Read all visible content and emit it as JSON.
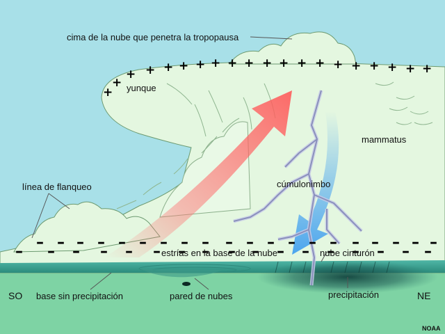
{
  "labels": {
    "overshooting_top": "cima de la nube que penetra la tropopausa",
    "anvil": "yunque",
    "mammatus": "mammatus",
    "flanking_line": "línea de flanqueo",
    "cumulonimbus": "cúmulonimbo",
    "striations": "estrías en la base de la nube",
    "shelf_cloud": "nube cinturón",
    "rain_free_base": "base sin precipitación",
    "wall_cloud": "pared de nubes",
    "precipitation": "precipitación",
    "southwest": "SO",
    "northeast": "NE",
    "credit": "NOAA"
  },
  "charges": {
    "positive_symbol": "+",
    "negative_symbol": "–"
  },
  "colors": {
    "sky": "#a8e0e8",
    "ground": "#7ed3a4",
    "cloud": "#e4f7e0",
    "updraft": "#ff6c6c",
    "downdraft": "#4aa6f0",
    "lightning": "#9aa0c8"
  }
}
